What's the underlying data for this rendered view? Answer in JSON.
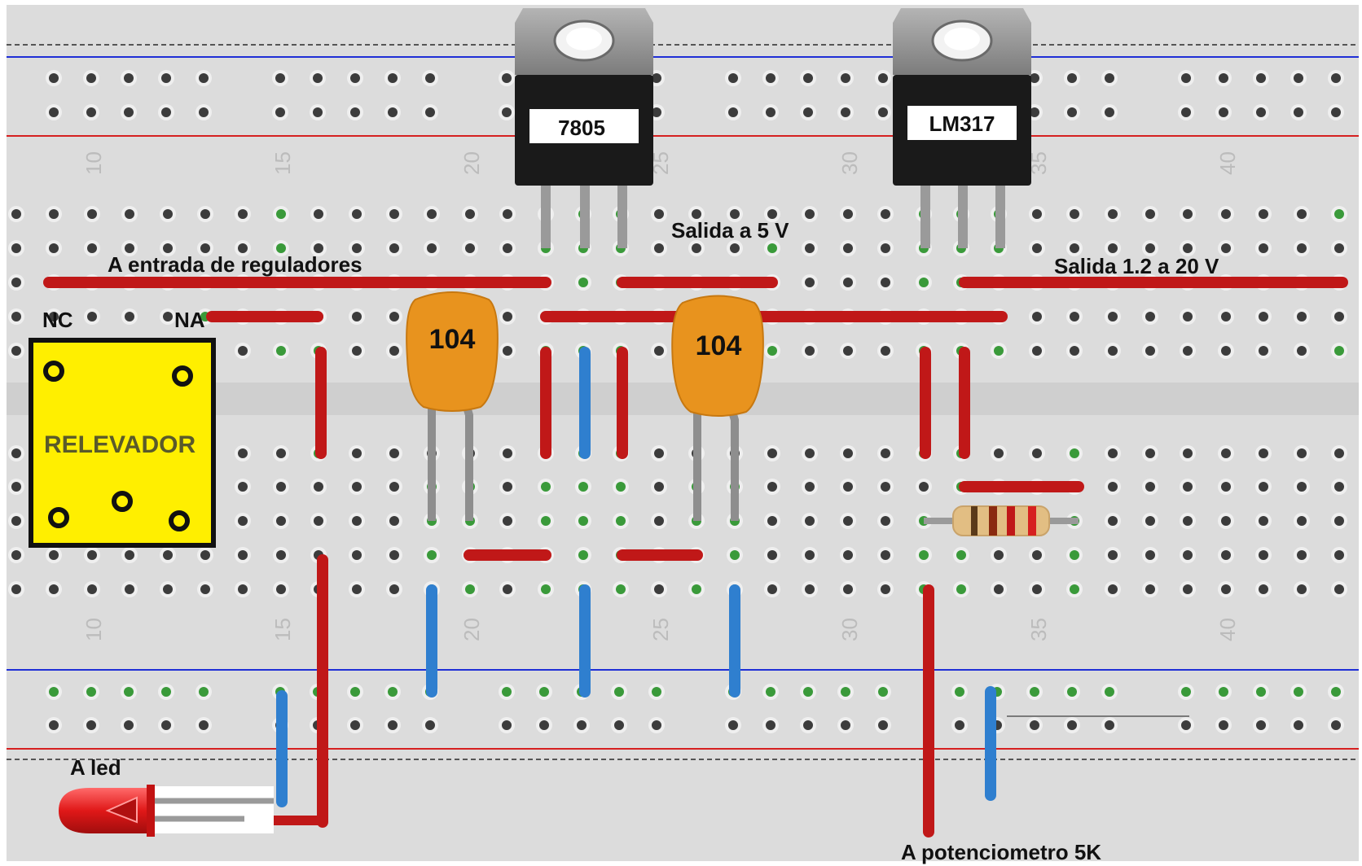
{
  "colors": {
    "board": "#dcdcdc",
    "hole": "#3c3c3c",
    "hole_connected": "#3a9a3a",
    "wire_red": "#c01818",
    "wire_blue": "#2f7fcf",
    "rail_blue": "#1f2fd6",
    "rail_red": "#d62020",
    "relay_yellow": "#ffef00",
    "capacitor_orange": "#e8931e",
    "regulator_body": "#1a1a1a",
    "regulator_tab": "#9a9a9a",
    "led_red": "#e01818"
  },
  "column_numbers": {
    "top": [
      "10",
      "15",
      "20",
      "25",
      "30",
      "35",
      "40"
    ],
    "bottom": [
      "10",
      "15",
      "20",
      "25",
      "30",
      "35",
      "40"
    ]
  },
  "components": {
    "regulator_1": {
      "label": "7805",
      "icon": "to220-regulator-icon"
    },
    "regulator_2": {
      "label": "LM317",
      "icon": "to220-regulator-icon"
    },
    "capacitor_1": {
      "label": "104",
      "icon": "ceramic-capacitor-icon"
    },
    "capacitor_2": {
      "label": "104",
      "icon": "ceramic-capacitor-icon"
    },
    "relay": {
      "label": "RELEVADOR",
      "icon": "relay-icon"
    },
    "resistor": {
      "icon": "resistor-icon"
    },
    "led": {
      "icon": "led-icon"
    }
  },
  "annotations": {
    "regulator_input": "A entrada de reguladores",
    "output_5v": "Salida a 5 V",
    "output_adjustable": "Salida 1.2 a  20 V",
    "relay_nc": "NC",
    "relay_na": "NA",
    "to_led": "A led",
    "to_potentiometer": "A potenciometro 5K"
  }
}
